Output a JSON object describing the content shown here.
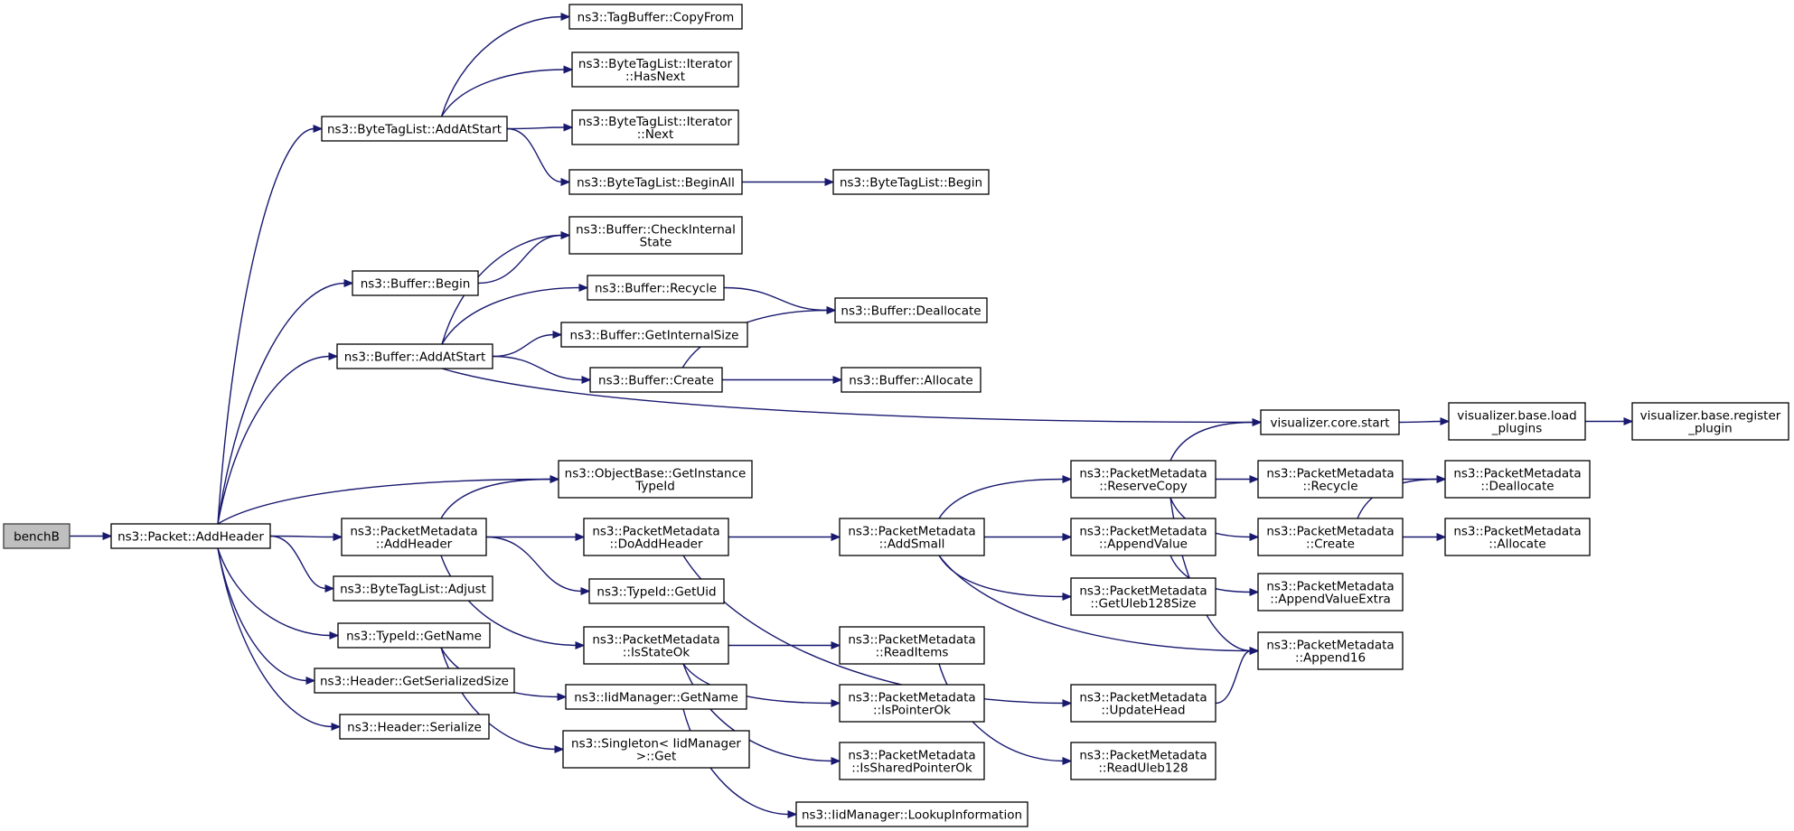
{
  "graph": {
    "nodes": {
      "benchB": {
        "lines": [
          "benchB"
        ],
        "root": true
      },
      "addHeader": {
        "lines": [
          "ns3::Packet::AddHeader"
        ]
      },
      "btlAddAtStart": {
        "lines": [
          "ns3::ByteTagList::AddAtStart"
        ]
      },
      "tbCopyFrom": {
        "lines": [
          "ns3::TagBuffer::CopyFrom"
        ]
      },
      "btlItHasNext": {
        "lines": [
          "ns3::ByteTagList::Iterator",
          "::HasNext"
        ]
      },
      "btlItNext": {
        "lines": [
          "ns3::ByteTagList::Iterator",
          "::Next"
        ]
      },
      "btlBeginAll": {
        "lines": [
          "ns3::ByteTagList::BeginAll"
        ]
      },
      "btlBegin": {
        "lines": [
          "ns3::ByteTagList::Begin"
        ]
      },
      "bufBegin": {
        "lines": [
          "ns3::Buffer::Begin"
        ]
      },
      "bufCheckInternal": {
        "lines": [
          "ns3::Buffer::CheckInternal",
          "State"
        ]
      },
      "bufRecycle": {
        "lines": [
          "ns3::Buffer::Recycle"
        ]
      },
      "bufDeallocate": {
        "lines": [
          "ns3::Buffer::Deallocate"
        ]
      },
      "bufAddAtStart": {
        "lines": [
          "ns3::Buffer::AddAtStart"
        ]
      },
      "bufGetInternalSize": {
        "lines": [
          "ns3::Buffer::GetInternalSize"
        ]
      },
      "bufCreate": {
        "lines": [
          "ns3::Buffer::Create"
        ]
      },
      "bufAllocate": {
        "lines": [
          "ns3::Buffer::Allocate"
        ]
      },
      "vizCoreStart": {
        "lines": [
          "visualizer.core.start"
        ]
      },
      "vizLoadPlugins": {
        "lines": [
          "visualizer.base.load",
          "_plugins"
        ]
      },
      "vizRegisterPlugin": {
        "lines": [
          "visualizer.base.register",
          "_plugin"
        ]
      },
      "objBaseGetInstanceTypeId": {
        "lines": [
          "ns3::ObjectBase::GetInstance",
          "TypeId"
        ]
      },
      "pmAddHeader": {
        "lines": [
          "ns3::PacketMetadata",
          "::AddHeader"
        ]
      },
      "pmDoAddHeader": {
        "lines": [
          "ns3::PacketMetadata",
          "::DoAddHeader"
        ]
      },
      "pmAddSmall": {
        "lines": [
          "ns3::PacketMetadata",
          "::AddSmall"
        ]
      },
      "pmReserveCopy": {
        "lines": [
          "ns3::PacketMetadata",
          "::ReserveCopy"
        ]
      },
      "pmRecycle": {
        "lines": [
          "ns3::PacketMetadata",
          "::Recycle"
        ]
      },
      "pmDeallocate": {
        "lines": [
          "ns3::PacketMetadata",
          "::Deallocate"
        ]
      },
      "pmCreate": {
        "lines": [
          "ns3::PacketMetadata",
          "::Create"
        ]
      },
      "pmAllocate": {
        "lines": [
          "ns3::PacketMetadata",
          "::Allocate"
        ]
      },
      "pmAppendValue": {
        "lines": [
          "ns3::PacketMetadata",
          "::AppendValue"
        ]
      },
      "pmAppendValueExtra": {
        "lines": [
          "ns3::PacketMetadata",
          "::AppendValueExtra"
        ]
      },
      "pmGetUleb128Size": {
        "lines": [
          "ns3::PacketMetadata",
          "::GetUleb128Size"
        ]
      },
      "pmAppend16": {
        "lines": [
          "ns3::PacketMetadata",
          "::Append16"
        ]
      },
      "btlAdjust": {
        "lines": [
          "ns3::ByteTagList::Adjust"
        ]
      },
      "typeIdGetUid": {
        "lines": [
          "ns3::TypeId::GetUid"
        ]
      },
      "typeIdGetName": {
        "lines": [
          "ns3::TypeId::GetName"
        ]
      },
      "pmIsStateOk": {
        "lines": [
          "ns3::PacketMetadata",
          "::IsStateOk"
        ]
      },
      "pmReadItems": {
        "lines": [
          "ns3::PacketMetadata",
          "::ReadItems"
        ]
      },
      "pmUpdateHead": {
        "lines": [
          "ns3::PacketMetadata",
          "::UpdateHead"
        ]
      },
      "headerGetSerializedSize": {
        "lines": [
          "ns3::Header::GetSerializedSize"
        ]
      },
      "iidGetName": {
        "lines": [
          "ns3::IidManager::GetName"
        ]
      },
      "pmIsPointerOk": {
        "lines": [
          "ns3::PacketMetadata",
          "::IsPointerOk"
        ]
      },
      "headerSerialize": {
        "lines": [
          "ns3::Header::Serialize"
        ]
      },
      "singletonGet": {
        "lines": [
          "ns3::Singleton< IidManager",
          " >::Get"
        ]
      },
      "pmIsSharedPointerOk": {
        "lines": [
          "ns3::PacketMetadata",
          "::IsSharedPointerOk"
        ]
      },
      "pmReadUleb128": {
        "lines": [
          "ns3::PacketMetadata",
          "::ReadUleb128"
        ]
      },
      "iidLookupInformation": {
        "lines": [
          "ns3::IidManager::LookupInformation"
        ]
      }
    },
    "edges": [
      [
        "benchB",
        "addHeader"
      ],
      [
        "addHeader",
        "btlAddAtStart"
      ],
      [
        "addHeader",
        "bufBegin"
      ],
      [
        "addHeader",
        "bufAddAtStart"
      ],
      [
        "addHeader",
        "objBaseGetInstanceTypeId"
      ],
      [
        "addHeader",
        "pmAddHeader"
      ],
      [
        "addHeader",
        "btlAdjust"
      ],
      [
        "addHeader",
        "typeIdGetName"
      ],
      [
        "addHeader",
        "headerGetSerializedSize"
      ],
      [
        "addHeader",
        "headerSerialize"
      ],
      [
        "btlAddAtStart",
        "tbCopyFrom"
      ],
      [
        "btlAddAtStart",
        "btlItHasNext"
      ],
      [
        "btlAddAtStart",
        "btlItNext"
      ],
      [
        "btlAddAtStart",
        "btlBeginAll"
      ],
      [
        "btlBeginAll",
        "btlBegin"
      ],
      [
        "bufBegin",
        "bufCheckInternal"
      ],
      [
        "bufAddAtStart",
        "bufCheckInternal"
      ],
      [
        "bufAddAtStart",
        "bufRecycle"
      ],
      [
        "bufAddAtStart",
        "bufGetInternalSize"
      ],
      [
        "bufAddAtStart",
        "bufCreate"
      ],
      [
        "bufAddAtStart",
        "vizCoreStart"
      ],
      [
        "bufRecycle",
        "bufDeallocate"
      ],
      [
        "bufCreate",
        "bufDeallocate"
      ],
      [
        "bufCreate",
        "bufAllocate"
      ],
      [
        "vizCoreStart",
        "vizLoadPlugins"
      ],
      [
        "vizLoadPlugins",
        "vizRegisterPlugin"
      ],
      [
        "pmAddHeader",
        "objBaseGetInstanceTypeId"
      ],
      [
        "pmAddHeader",
        "pmDoAddHeader"
      ],
      [
        "pmAddHeader",
        "typeIdGetUid"
      ],
      [
        "pmAddHeader",
        "pmIsStateOk"
      ],
      [
        "pmDoAddHeader",
        "pmAddSmall"
      ],
      [
        "pmDoAddHeader",
        "pmUpdateHead"
      ],
      [
        "pmAddSmall",
        "pmReserveCopy"
      ],
      [
        "pmAddSmall",
        "pmAppendValue"
      ],
      [
        "pmAddSmall",
        "pmGetUleb128Size"
      ],
      [
        "pmAddSmall",
        "pmAppend16"
      ],
      [
        "pmReserveCopy",
        "vizCoreStart"
      ],
      [
        "pmReserveCopy",
        "pmRecycle"
      ],
      [
        "pmReserveCopy",
        "pmCreate"
      ],
      [
        "pmReserveCopy",
        "pmAppend16"
      ],
      [
        "pmRecycle",
        "pmDeallocate"
      ],
      [
        "pmCreate",
        "pmDeallocate"
      ],
      [
        "pmCreate",
        "pmAllocate"
      ],
      [
        "pmAppendValue",
        "pmAppendValueExtra"
      ],
      [
        "pmUpdateHead",
        "pmAppend16"
      ],
      [
        "typeIdGetName",
        "iidGetName"
      ],
      [
        "typeIdGetName",
        "singletonGet"
      ],
      [
        "iidGetName",
        "iidLookupInformation"
      ],
      [
        "pmIsStateOk",
        "pmReadItems"
      ],
      [
        "pmIsStateOk",
        "pmIsPointerOk"
      ],
      [
        "pmIsStateOk",
        "pmIsSharedPointerOk"
      ],
      [
        "pmReadItems",
        "pmReadUleb128"
      ]
    ]
  }
}
